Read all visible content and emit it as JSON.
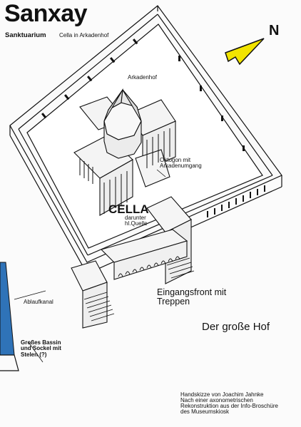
{
  "title": "Sanxay",
  "subtitle_main": "Sanktuarium",
  "subtitle_detail": "Cella in Arkadenhof",
  "north_label": "N",
  "labels": {
    "arkadenhof": "Arkadenhof",
    "oktogon": "Oktogon mit\nArkadenumgang",
    "cella": "CELLA",
    "cella_sub": "darunter\nhl.Quelle",
    "eingangsfront": "Eingangsfront mit\nTreppen",
    "ablaufkanal": "Ablaufkanal",
    "bassin": "Großes Bassin\nund Sockel mit\nStelen (?)",
    "hof": "Der große Hof"
  },
  "credit": "Handskizze von Joachim Jahnke\nNach einer axonometrischen\nRekonstruktion aus der Info-Broschüre\ndes Museumskiosk",
  "colors": {
    "ink": "#111111",
    "north_arrow": "#f2e400",
    "basin": "#2f73b8",
    "roof": "#e8e8e8",
    "wall": "#f4f4f4"
  }
}
